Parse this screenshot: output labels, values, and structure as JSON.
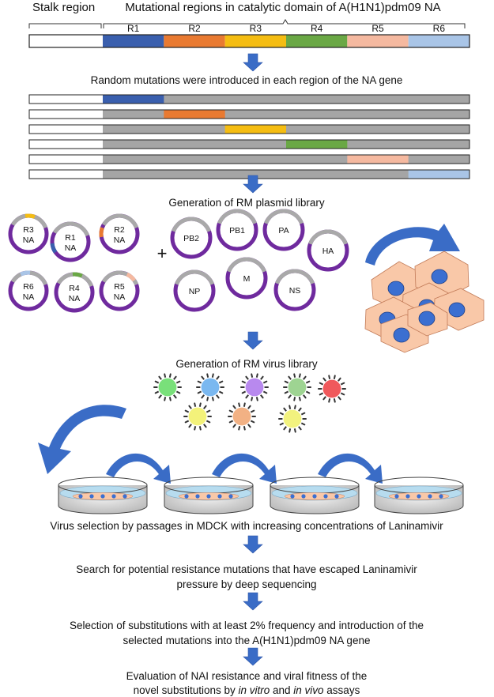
{
  "header": {
    "stalk_label": "Stalk region",
    "catalytic_label": "Mutational regions in catalytic domain of A(H1N1)pdm09 NA"
  },
  "regions": [
    {
      "label": "R1",
      "color": "#3a5fae"
    },
    {
      "label": "R2",
      "color": "#e97a31"
    },
    {
      "label": "R3",
      "color": "#f5bd12"
    },
    {
      "label": "R4",
      "color": "#6aa845"
    },
    {
      "label": "R5",
      "color": "#f5b9a0"
    },
    {
      "label": "R6",
      "color": "#a9c5e7"
    }
  ],
  "colors": {
    "arrow": "#3a6cc6",
    "bar_gray": "#a5a5a5",
    "plasmid_purple": "#6f2a9e",
    "plasmid_gray": "#a9a9a9",
    "cell_fill": "#f9c8a8",
    "nucleus": "#3b6fd1",
    "dish_liquid": "#b7dcef"
  },
  "steps": {
    "random_mutations": "Random mutations were introduced in each region of the NA gene",
    "plasmid_library": "Generation of RM plasmid library",
    "virus_library": "Generation of RM virus library",
    "virus_selection": "Virus selection by passages in MDCK with increasing concentrations of Laninamivir",
    "search_line1": "Search for potential resistance mutations that have escaped Laninamivir",
    "search_line2": "pressure by deep sequencing",
    "selection_line1": "Selection of substitutions with at least 2% frequency and introduction of the",
    "selection_line2": "selected mutations into the A(H1N1)pdm09 NA gene",
    "evaluation_line1": "Evaluation of NAI resistance and viral fitness of the",
    "evaluation_line2_pre": "novel substitutions by ",
    "evaluation_in_vitro": "in vitro",
    "evaluation_and": " and ",
    "evaluation_in_vivo": "in vivo",
    "evaluation_post": " assays"
  },
  "na_plasmids": [
    {
      "label1": "R3",
      "label2": "NA",
      "region": 2
    },
    {
      "label1": "R1",
      "label2": "NA",
      "region": 0
    },
    {
      "label1": "R2",
      "label2": "NA",
      "region": 1
    },
    {
      "label1": "R6",
      "label2": "NA",
      "region": 5
    },
    {
      "label1": "R4",
      "label2": "NA",
      "region": 3
    },
    {
      "label1": "R5",
      "label2": "NA",
      "region": 4
    }
  ],
  "plus_sign": "+",
  "segment_plasmids": [
    {
      "label": "PB2"
    },
    {
      "label": "PB1"
    },
    {
      "label": "PA"
    },
    {
      "label": "HA"
    },
    {
      "label": "NP"
    },
    {
      "label": "M"
    },
    {
      "label": "NS"
    }
  ],
  "virus_colors": [
    "#79e07a",
    "#7ab8f0",
    "#b889ee",
    "#9ed492",
    "#f0595c",
    "#f3f27a",
    "#f2b184",
    "#f2f27e"
  ]
}
